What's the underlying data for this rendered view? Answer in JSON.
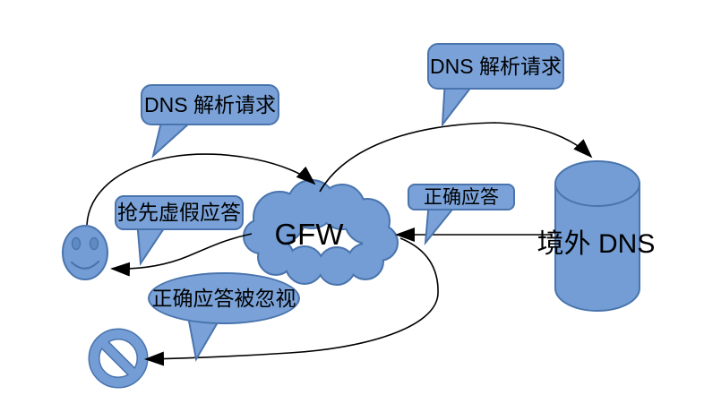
{
  "colors": {
    "shape_fill": "#739dd4",
    "bubble_fill": "#7aa2d8",
    "shape_border": "#4a74ad",
    "arrow": "#000000",
    "text": "#000000"
  },
  "nodes": {
    "gfw_label": "GFW",
    "foreign_dns_label": "境外 DNS"
  },
  "callouts": {
    "dns_request_left": "DNS 解析请求",
    "dns_request_right": "DNS 解析请求",
    "preemptive_fake_reply": "抢先虚假应答",
    "correct_reply": "正确应答",
    "correct_reply_ignored": "正确应答被忽视"
  },
  "edges": [
    {
      "from": "user",
      "to": "gfw",
      "label": "DNS 解析请求"
    },
    {
      "from": "gfw",
      "to": "foreign-dns",
      "label": "DNS 解析请求"
    },
    {
      "from": "gfw",
      "to": "user",
      "label": "抢先虚假应答"
    },
    {
      "from": "foreign-dns",
      "to": "gfw",
      "label": "正确应答"
    },
    {
      "from": "foreign-dns",
      "to": "blocked",
      "label": "正确应答被忽视"
    }
  ]
}
